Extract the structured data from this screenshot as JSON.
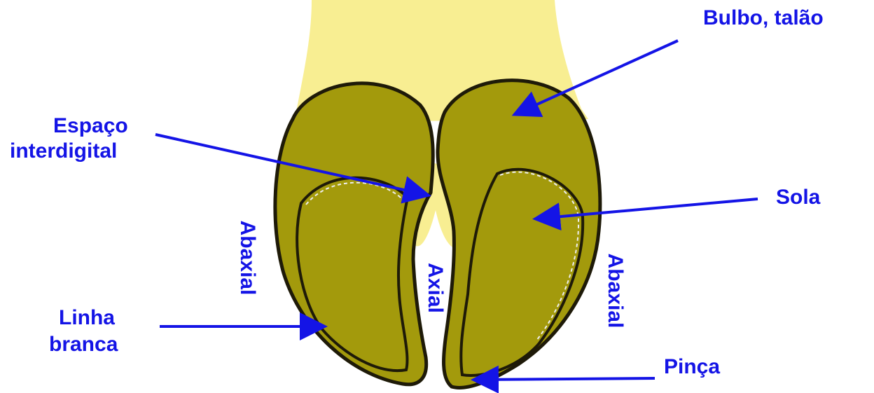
{
  "labels": {
    "bulbo": "Bulbo, talão",
    "espaco_line1": "Espaço",
    "espaco_line2": "interdigital",
    "sola": "Sola",
    "abaxial_left": "Abaxial",
    "axial": "Axial",
    "abaxial_right": "Abaxial",
    "linha_line1": "Linha",
    "linha_line2": "branca",
    "pinca": "Pinça"
  },
  "colors": {
    "label_text": "#1414e6",
    "arrow": "#1414e6",
    "skin": "#f8ee92",
    "hoof": "#a39a0c",
    "outline": "#1e1a08"
  }
}
